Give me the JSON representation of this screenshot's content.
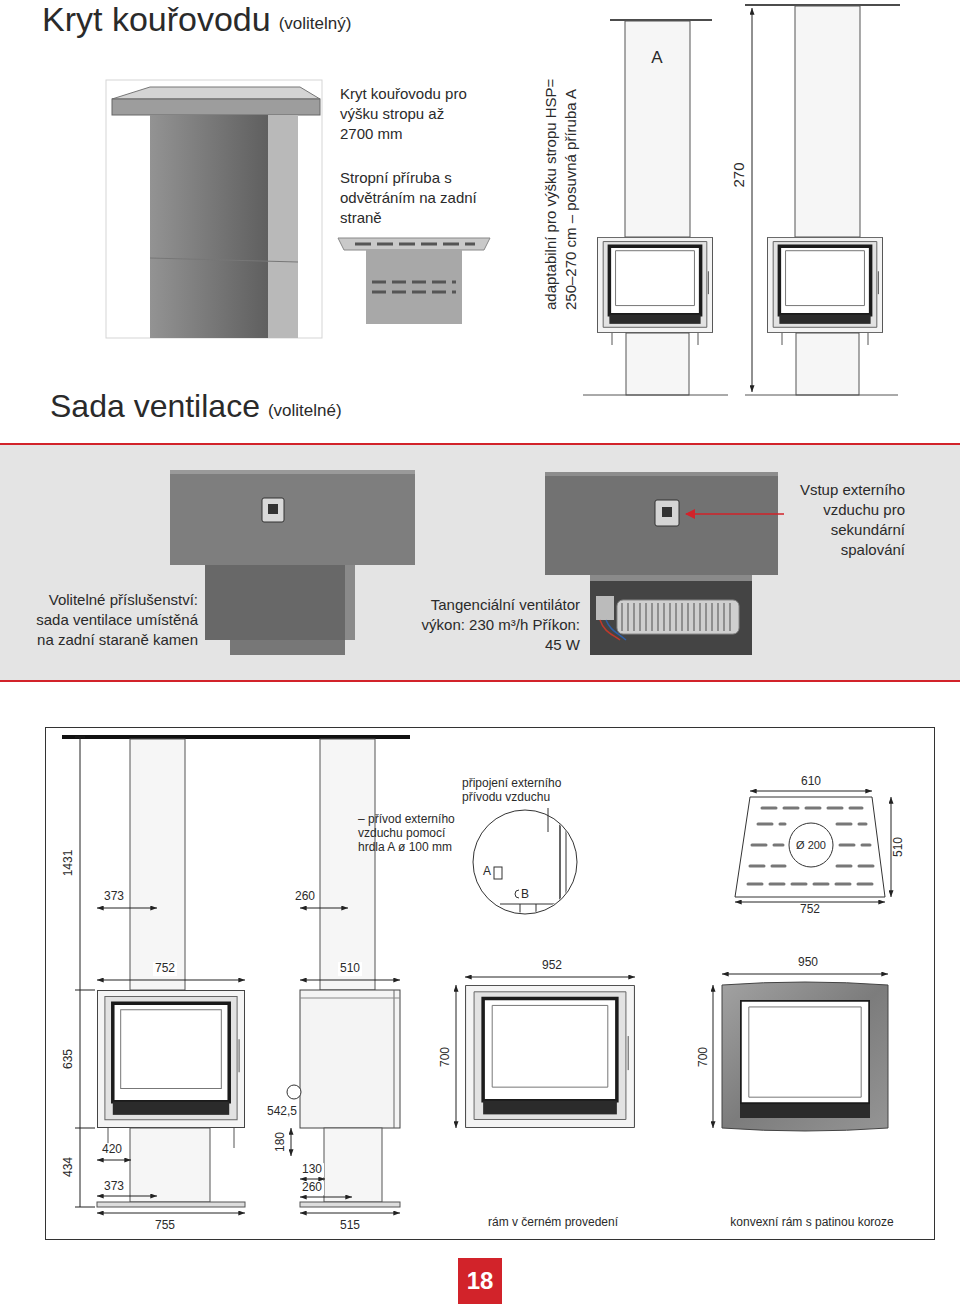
{
  "diagram": {
    "nodes": [
      {
        "text": [
          "Volitelné příslušenství: sada ventilace umístěná na zadní staraně kamen",
          "Tangenciální ventilátor výkon: 230 m³/h Příkon: 45 W",
          "Vstup externího vzduchu pro sekundární spalování"
        ]
      },
      {
        "text": [
          "A",
          "B"
        ]
      },
      {
        "text": [
          "18"
        ]
      }
    ],
    "labels": [
      "Kryt kouřovodu",
      "(volitelný)",
      "Kryt kouřovodu pro výšku stropu až 2700 mm",
      "Stropní příruba s odvětráním na zadní straně",
      "adaptabilní pro výšku stropu HSP= 250–270 cm – posuvná příruba A",
      "A",
      "270",
      "Sada ventilace",
      "(volitelné)",
      "1431",
      "373",
      "260",
      "připojení externího přívodu vzduchu",
      "– přívod externího vzduchu pomocí hrdla A ø 100 mm",
      "610",
      "Ø 200",
      "510",
      "752",
      "752",
      "510",
      "952",
      "950",
      "635",
      "700",
      "700",
      "542,5",
      "180",
      "420",
      "434",
      "373",
      "130",
      "260",
      "755",
      "515",
      "rám v černém provedení",
      "konvexní rám s patinou koroze"
    ]
  }
}
